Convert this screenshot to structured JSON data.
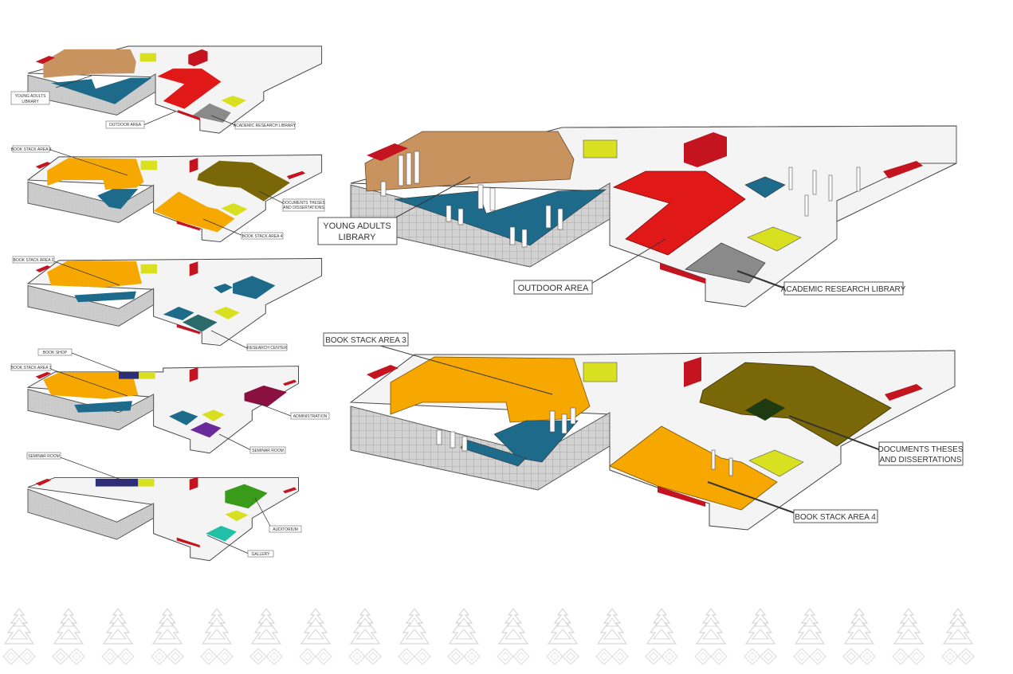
{
  "labels": {
    "young_adults_line1": "YOUNG ADULTS",
    "young_adults_line2": "LIBRARY",
    "outdoor_area": "OUTDOOR AREA",
    "academic_research_library": "ACADEMIC RESEARCH LIBRARY",
    "book_stack_area_3": "BOOK STACK AREA 3",
    "documents_line1": "DOCUMENTS THESES",
    "documents_line2": "AND DISSERTATIONS",
    "book_stack_area_4": "BOOK STACK AREA 4",
    "book_stack_area_2": "BOOK STACK AREA 2",
    "research_center": "RESEARCH CENTER",
    "book_shop": "BOOK SHOP",
    "book_stack_area_1": "BOOK STACK AREA 1",
    "administration": "ADMINISTRATION",
    "seminar_room": "SEMINAR ROOM",
    "auditorium": "AUDITORIUM",
    "gallery": "GALLERY"
  },
  "colors": {
    "young_adults": "#c8935f",
    "outdoor": "#e01818",
    "academic": "#8a8a8a",
    "blue": "#1d6a8a",
    "yellow_green": "#d8e020",
    "orange": "#f7a800",
    "olive": "#7a6708",
    "maroon": "#8b1042",
    "purple": "#6b2a9a",
    "navy": "#2e2d7a",
    "green": "#3a9a1a",
    "teal": "#20c0a8",
    "dark_red": "#c41420",
    "wall": "#f2f2f2",
    "grid_wall": "#c8c8c8",
    "pattern": "#dcdcdc"
  }
}
